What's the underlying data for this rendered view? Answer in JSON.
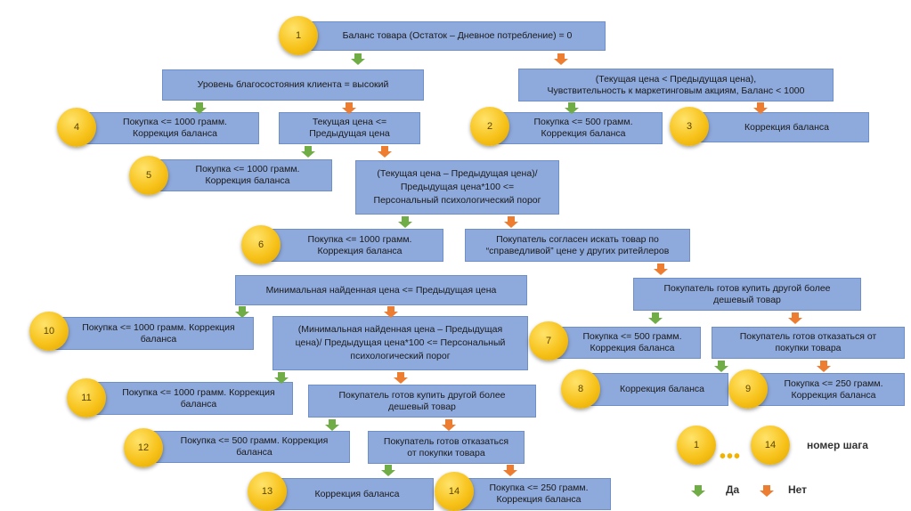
{
  "nodes": {
    "n1": {
      "step": "1",
      "text": "Баланс товара (Остаток – Дневное потребление) = 0"
    },
    "q_wealth": {
      "text": "Уровень благосостояния клиента = высокий"
    },
    "q_price_drop": {
      "text": "(Текущая цена < Предыдущая цена),\nЧувствительность к маркетинговым акциям, Баланс < 1000"
    },
    "n4": {
      "step": "4",
      "text": "Покупка <= 1000 грамм.\nКоррекция баланса"
    },
    "q_cur_le_prev": {
      "text": "Текущая цена <=\nПредыдущая цена"
    },
    "n2": {
      "step": "2",
      "text": "Покупка <= 500 грамм.\nКоррекция баланса"
    },
    "n3": {
      "step": "3",
      "text": "Коррекция баланса"
    },
    "n5": {
      "step": "5",
      "text": "Покупка <= 1000 грамм.\nКоррекция баланса"
    },
    "q_threshold1": {
      "text": "(Текущая цена – Предыдущая цена)/\nПредыдущая цена*100 <=\nПерсональный психологический порог"
    },
    "n6": {
      "step": "6",
      "text": "Покупка <= 1000 грамм.\nКоррекция баланса"
    },
    "q_search": {
      "text": "Покупатель согласен искать товар по\n“справедливой” цене у других ритейлеров"
    },
    "q_min_price": {
      "text": "Минимальная найденная цена <= Предыдущая цена"
    },
    "q_cheaper1": {
      "text": "Покупатель готов купить другой более\nдешевый товар"
    },
    "n10": {
      "step": "10",
      "text": "Покупка <= 1000 грамм. Коррекция\nбаланса"
    },
    "q_threshold2": {
      "text": "(Минимальная найденная цена – Предыдущая\nцена)/ Предыдущая цена*100 <= Персональный\nпсихологический порог"
    },
    "n7": {
      "step": "7",
      "text": "Покупка <= 500 грамм.\nКоррекция баланса"
    },
    "q_refuse1": {
      "text": "Покупатель готов отказаться от\nпокупки товара"
    },
    "n8": {
      "step": "8",
      "text": "Коррекция баланса"
    },
    "n9": {
      "step": "9",
      "text": "Покупка <= 250 грамм.\nКоррекция баланса"
    },
    "n11": {
      "step": "11",
      "text": "Покупка <= 1000 грамм. Коррекция\nбаланса"
    },
    "q_cheaper2": {
      "text": "Покупатель готов купить другой более\nдешевый товар"
    },
    "n12": {
      "step": "12",
      "text": "Покупка <= 500 грамм. Коррекция\nбаланса"
    },
    "q_refuse2": {
      "text": "Покупатель готов отказаться\nот покупки товара"
    },
    "n13": {
      "step": "13",
      "text": "Коррекция баланса"
    },
    "n14": {
      "step": "14",
      "text": "Покупка <= 250 грамм.\nКоррекция баланса"
    }
  },
  "legend": {
    "step_from": "1",
    "step_to": "14",
    "step_label": "номер шага",
    "yes_label": "Да",
    "no_label": "Нет"
  },
  "colors": {
    "box": "#8ea9db",
    "circle": "#f7c21a",
    "yes": "#70ad47",
    "no": "#ed7d31"
  }
}
